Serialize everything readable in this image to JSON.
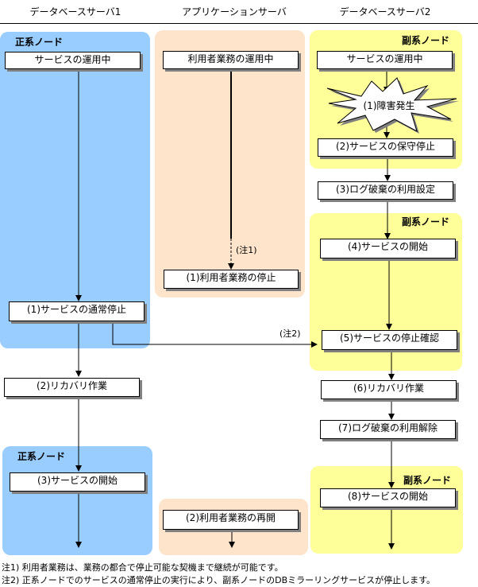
{
  "headers": [
    "データベースサーバ1",
    "アプリケーションサーバ",
    "データベースサーバ2"
  ],
  "region_labels": {
    "primary": "正系ノード",
    "secondary": "副系ノード"
  },
  "db1": {
    "running": "サービスの運用中",
    "step1": "(1)サービスの通常停止",
    "step2": "(2)リカバリ作業",
    "step3": "(3)サービスの開始"
  },
  "app": {
    "running": "利用者業務の運用中",
    "step1": "(1)利用者業務の停止",
    "step2": "(2)利用者業務の再開",
    "note1_marker": "(注1)"
  },
  "db2": {
    "running": "サービスの運用中",
    "step1": "(1)障害発生",
    "step2": "(2)サービスの保守停止",
    "step3": "(3)ログ破棄の利用設定",
    "step4": "(4)サービスの開始",
    "step5": "(5)サービスの停止確認",
    "step6": "(6)リカバリ作業",
    "step7": "(7)ログ破棄の利用解除",
    "step8": "(8)サービスの開始"
  },
  "note2_marker": "(注2)",
  "footnotes": [
    "注1) 利用者業務は、業務の都合で停止可能な契機まで継続が可能です。",
    "注2) 正系ノードでのサービスの通常停止の実行により、副系ノードのDBミラーリングサービスが停止します。"
  ],
  "colors": {
    "primary_region": "#99ccff",
    "app_region": "#ffe4cc",
    "secondary_region": "#ffff99",
    "box_shadow": "#808080"
  }
}
